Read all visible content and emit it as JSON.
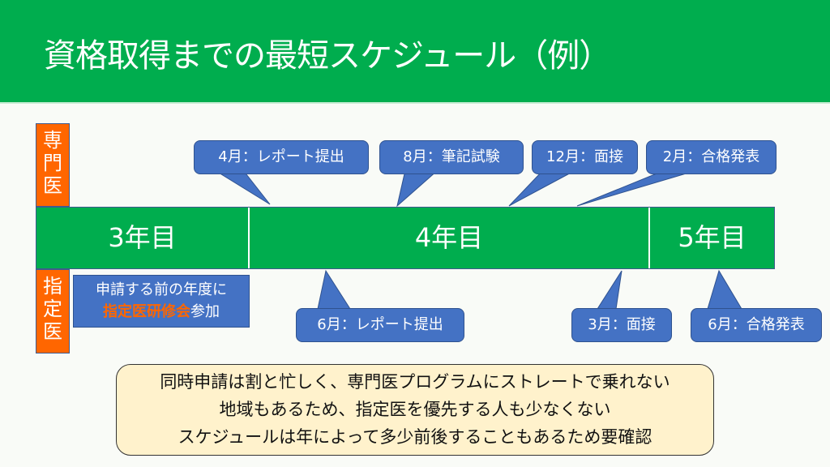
{
  "header": {
    "title": "資格取得までの最短スケジュール（例）"
  },
  "colors": {
    "header_green": "#00ad4e",
    "callout_blue": "#4472c4",
    "tag_orange": "#ff6600",
    "summary_bg": "#fff2cc"
  },
  "tags": {
    "senmon": "専門医",
    "shitei": "指定医"
  },
  "timeline": {
    "years": [
      "3年目",
      "4年目",
      "5年目"
    ]
  },
  "senmon_callouts": [
    "4月：レポート提出",
    "8月：筆記試験",
    "12月：面接",
    "2月：合格発表"
  ],
  "shitei_callouts": [
    "6月：レポート提出",
    "3月：面接",
    "6月：合格発表"
  ],
  "shitei_note": {
    "line1": "申請する前の年度に",
    "highlight": "指定医研修会",
    "suffix": "参加"
  },
  "summary": {
    "lines": [
      "同時申請は割と忙しく、専門医プログラムにストレートで乗れない",
      "地域もあるため、指定医を優先する人も少なくない",
      "スケジュールは年によって多少前後することもあるため要確認"
    ]
  }
}
